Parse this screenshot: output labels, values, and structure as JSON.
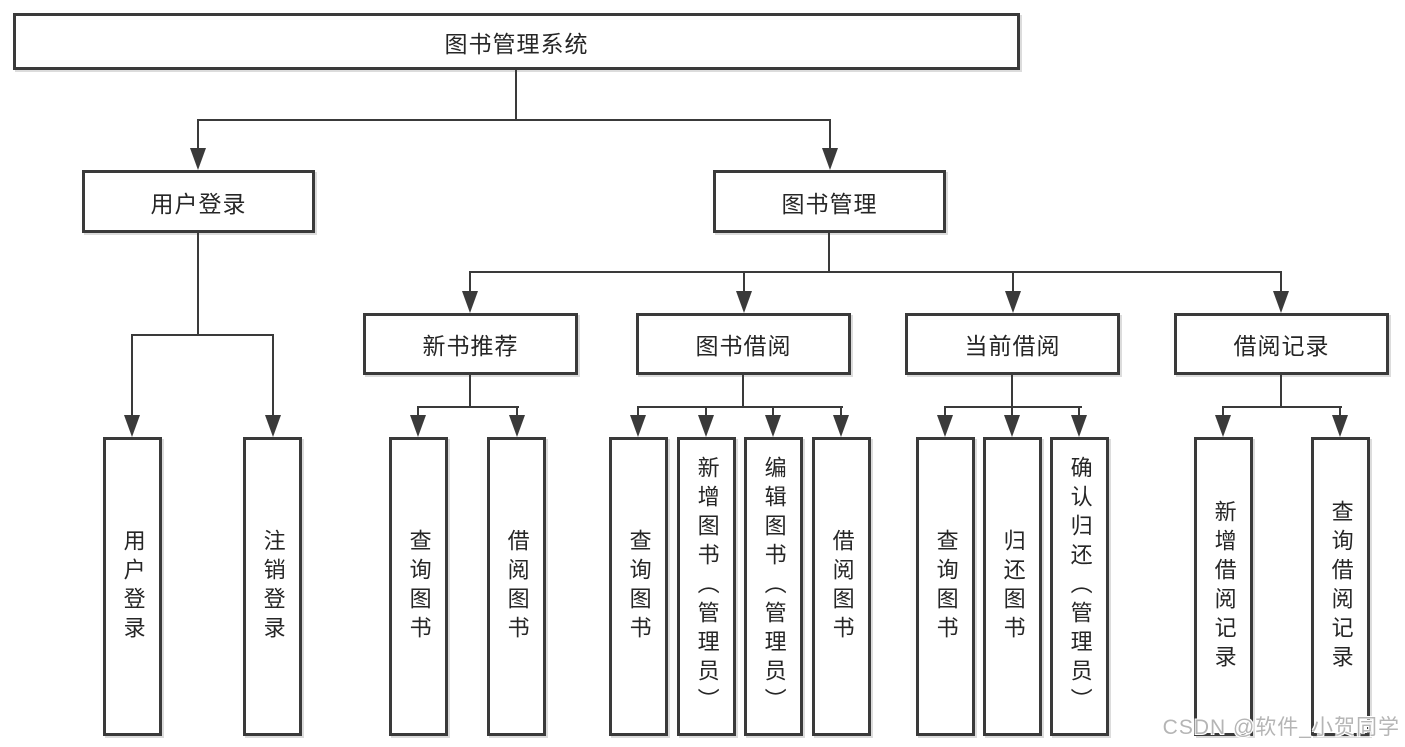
{
  "diagram": {
    "root": {
      "label": "图书管理系统"
    },
    "branches": [
      {
        "label": "用户登录",
        "children": [
          {
            "label": "用户登录"
          },
          {
            "label": "注销登录"
          }
        ]
      },
      {
        "label": "图书管理",
        "children": [
          {
            "label": "新书推荐",
            "children": [
              {
                "label": "查询图书"
              },
              {
                "label": "借阅图书"
              }
            ]
          },
          {
            "label": "图书借阅",
            "children": [
              {
                "label": "查询图书"
              },
              {
                "label": "新增图书（管理员）"
              },
              {
                "label": "编辑图书（管理员）"
              },
              {
                "label": "借阅图书"
              }
            ]
          },
          {
            "label": "当前借阅",
            "children": [
              {
                "label": "查询图书"
              },
              {
                "label": "归还图书"
              },
              {
                "label": "确认归还（管理员）"
              }
            ]
          },
          {
            "label": "借阅记录",
            "children": [
              {
                "label": "新增借阅记录"
              },
              {
                "label": "查询借阅记录"
              }
            ]
          }
        ]
      }
    ]
  },
  "watermark": {
    "text": "CSDN @软件_小贺同学"
  },
  "colors": {
    "line": "#3a3a3a",
    "text": "#262626",
    "bg": "#ffffff",
    "watermark": "#b5b5b5"
  }
}
